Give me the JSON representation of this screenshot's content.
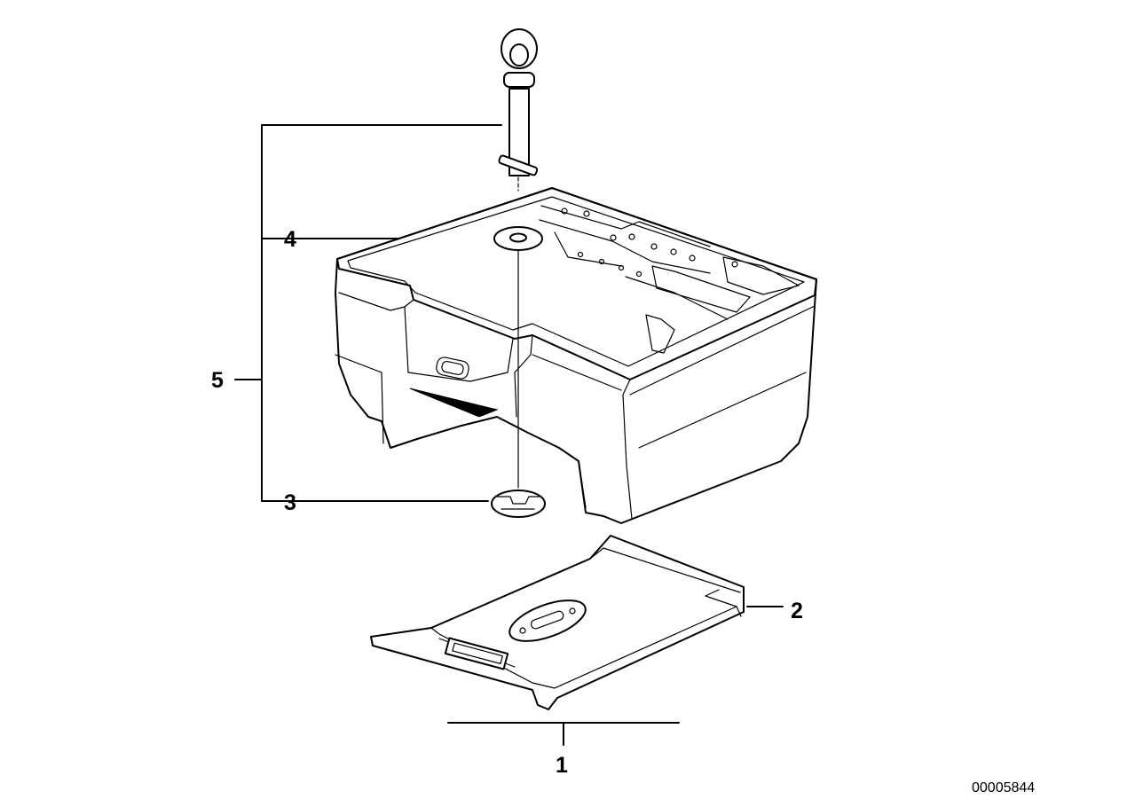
{
  "diagram": {
    "callouts": [
      {
        "id": "1",
        "label": "1"
      },
      {
        "id": "2",
        "label": "2"
      },
      {
        "id": "3",
        "label": "3"
      },
      {
        "id": "4",
        "label": "4"
      },
      {
        "id": "5",
        "label": "5"
      }
    ],
    "reference_number": "00005844",
    "colors": {
      "ink": "#000000",
      "paper": "#ffffff"
    }
  }
}
